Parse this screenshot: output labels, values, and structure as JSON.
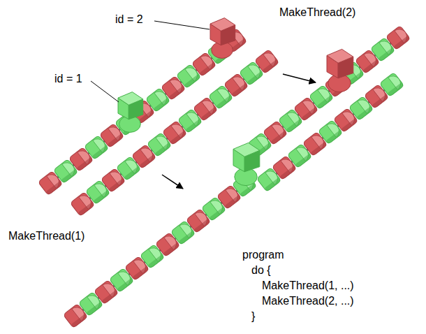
{
  "diagram": {
    "labels": [
      "id = 2",
      "id = 1",
      "MakeThread(2)",
      "MakeThread(1)",
      "program",
      "do {",
      "MakeThread(1, ...)",
      "MakeThread(2, ...)",
      "}"
    ]
  }
}
